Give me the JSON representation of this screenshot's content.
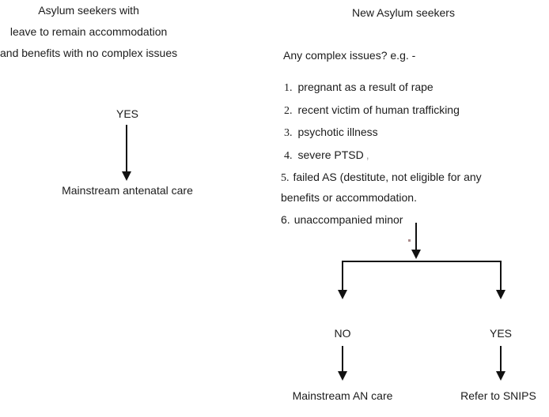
{
  "colors": {
    "background": "#ffffff",
    "text": "#1c1c1c",
    "line": "#111111",
    "muted_comma": "#9b9b9b",
    "stray_dot": "#ab8c8c"
  },
  "left_branch": {
    "header_lines": [
      "Asylum seekers with",
      "leave to remain accommodation",
      "and benefits with no complex issues"
    ],
    "decision_label": "YES",
    "outcome": "Mainstream antenatal care"
  },
  "right_branch": {
    "title": "New Asylum seekers",
    "question": "Any complex issues? e.g. -",
    "issues": [
      {
        "num": "1.",
        "text": "pregnant as a result of rape"
      },
      {
        "num": "2.",
        "text": "recent victim of human trafficking"
      },
      {
        "num": "3.",
        "text": "psychotic illness"
      },
      {
        "num": "4.",
        "text": "severe PTSD",
        "suffix": ","
      },
      {
        "num": "5.",
        "text": "failed AS (destitute, not eligible for any benefits or accommodation."
      },
      {
        "num": "6.",
        "text": "unaccompanied minor"
      }
    ],
    "no_label": "NO",
    "yes_label": "YES",
    "no_outcome": "Mainstream AN care",
    "yes_outcome": "Refer to SNIPS"
  }
}
